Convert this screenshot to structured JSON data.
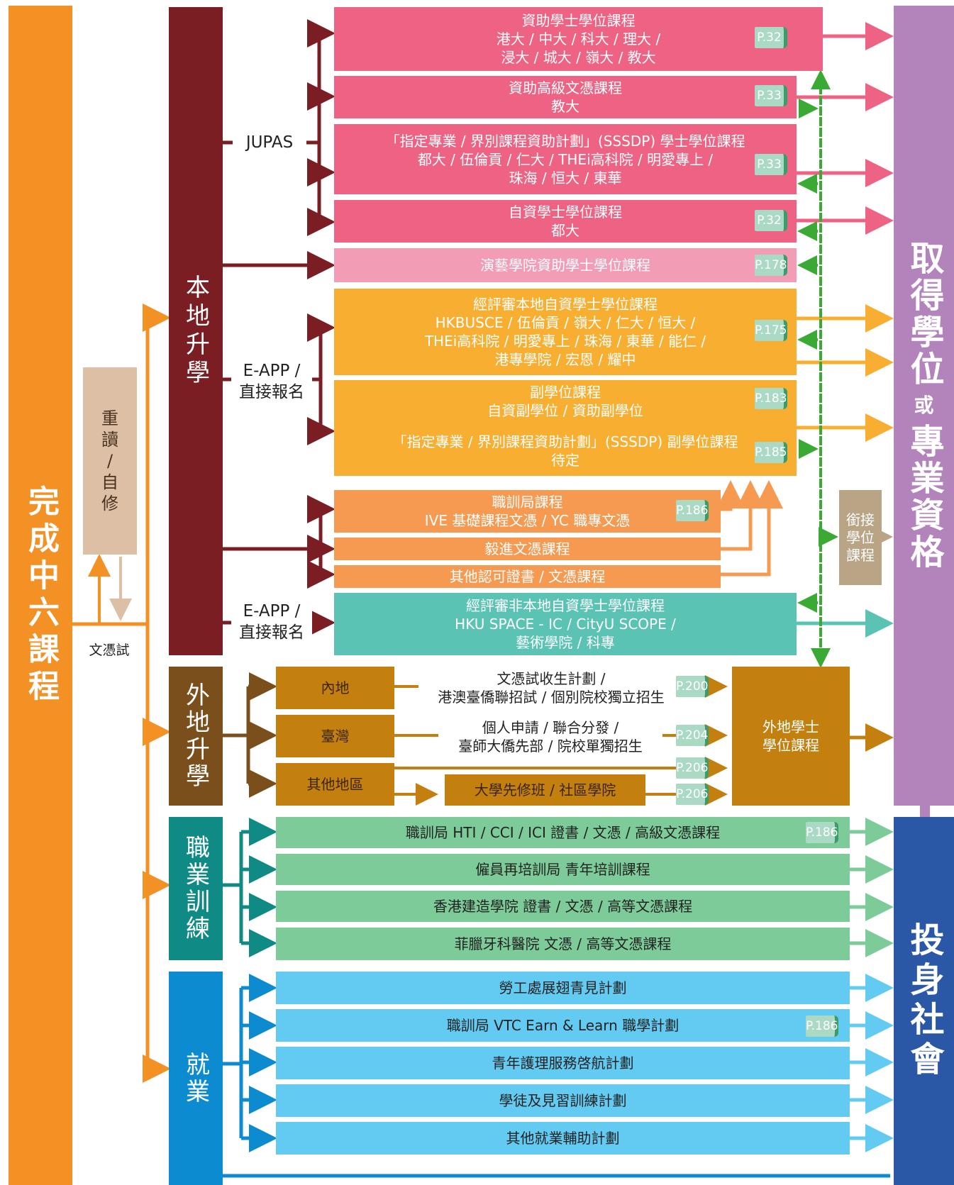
{
  "left_column": {
    "title": "完成中六課程"
  },
  "repeat": {
    "label_lines": [
      "重",
      "讀",
      "/",
      "自",
      "修"
    ]
  },
  "dse_label": "文憑試",
  "categories": {
    "local": "本地升學",
    "overseas": "外地升學",
    "vocational": "職業訓練",
    "employment": "就業"
  },
  "right_columns": {
    "degree": {
      "line1": "取得學位",
      "or": "或",
      "line2": "專業資格"
    },
    "society": "投身社會"
  },
  "connectors": {
    "jupas": "JUPAS",
    "eapp1": [
      "E-APP /",
      "直接報名"
    ],
    "eapp2": [
      "E-APP /",
      "直接報名"
    ]
  },
  "local_programmes": [
    {
      "lines": [
        "資助學士學位課程",
        "港大 / 中大 / 科大 / 理大 /",
        "浸大 / 城大 / 嶺大 / 教大"
      ],
      "page": "P.32"
    },
    {
      "lines": [
        "資助高級文憑課程",
        "教大"
      ],
      "page": "P.33"
    },
    {
      "lines": [
        "「指定專業 / 界別課程資助計劃」(SSSDP) 學士學位課程",
        "都大 / 伍倫貢 / 仁大 / THEi高科院 / 明愛專上 /",
        "珠海 / 恒大 / 東華"
      ],
      "page": "P.33"
    },
    {
      "lines": [
        "自資學士學位課程",
        "都大"
      ],
      "page": "P.32"
    },
    {
      "lines": [
        "演藝學院資助學士學位課程"
      ],
      "page": "P.178"
    },
    {
      "lines": [
        "經評審本地自資學士學位課程",
        "HKBUSCE / 伍倫貢 / 嶺大 / 仁大 / 恒大 /",
        "THEi高科院 / 明愛專上 / 珠海 / 東華 / 能仁 /",
        "港專學院 / 宏恩 / 耀中"
      ],
      "page": "P.175"
    },
    {
      "lines": [
        "副學位課程",
        "自資副學位 / 資助副學位"
      ],
      "page": "P.183"
    },
    {
      "lines": [
        "「指定專業 / 界別課程資助計劃」(SSSDP) 副學位課程",
        "待定"
      ],
      "page": "P.185"
    },
    {
      "lines": [
        "職訓局課程",
        "IVE 基礎課程文憑 / YC 職專文憑"
      ],
      "page": "P.186"
    },
    {
      "lines": [
        "毅進文憑課程"
      ]
    },
    {
      "lines": [
        "其他認可證書 / 文憑課程"
      ]
    },
    {
      "lines": [
        "經評審非本地自資學士學位課程",
        "HKU SPACE - IC / CityU SCOPE /",
        "藝術學院 / 科專"
      ]
    }
  ],
  "articulation": {
    "lines": [
      "銜接",
      "學位",
      "課程"
    ]
  },
  "overseas": {
    "regions": [
      "內地",
      "臺灣",
      "其他地區"
    ],
    "routes": [
      {
        "lines": [
          "文憑試收生計劃 /",
          "港澳臺僑聯招試 / 個別院校獨立招生"
        ],
        "page": "P.200"
      },
      {
        "lines": [
          "個人申請 / 聯合分發 /",
          "臺師大僑先部 / 院校單獨招生"
        ],
        "page": "P.204"
      }
    ],
    "other_pages": [
      "P.206",
      "P.206"
    ],
    "foundation": "大學先修班 / 社區學院",
    "degree": [
      "外地學士",
      "學位課程"
    ]
  },
  "vocational_programmes": [
    {
      "label": "職訓局 HTI / CCI / ICI 證書 / 文憑 / 高級文憑課程",
      "page": "P.186"
    },
    {
      "label": "僱員再培訓局 青年培訓課程"
    },
    {
      "label": "香港建造學院 證書 / 文憑 / 高等文憑課程"
    },
    {
      "label": "菲臘牙科醫院 文憑 / 高等文憑課程"
    }
  ],
  "employment_programmes": [
    {
      "label": "勞工處展翅青見計劃"
    },
    {
      "label": "職訓局 VTC Earn & Learn 職學計劃",
      "page": "P.186"
    },
    {
      "label": "青年護理服務啓航計劃"
    },
    {
      "label": "學徒及見習訓練計劃"
    },
    {
      "label": "其他就業輔助計劃"
    }
  ],
  "colors": {
    "orange": "#f39125",
    "maroon": "#7b1e23",
    "pink": "#ee6383",
    "lightpink": "#f29cb5",
    "gold": "#f8af31",
    "peach": "#f69a52",
    "teal": "#5ac3b4",
    "brown": "#7b4f1c",
    "ochre": "#c3800f",
    "darkteal": "#0f8a84",
    "green": "#7ccb98",
    "blue": "#0c8bd0",
    "skyblue": "#63cbf2",
    "purple": "#b383bb",
    "navy": "#2a57a6",
    "beige": "#dcbfa5",
    "tan": "#b9a485",
    "page_tag": "#2e8b57",
    "dashed": "#3aaa35"
  }
}
